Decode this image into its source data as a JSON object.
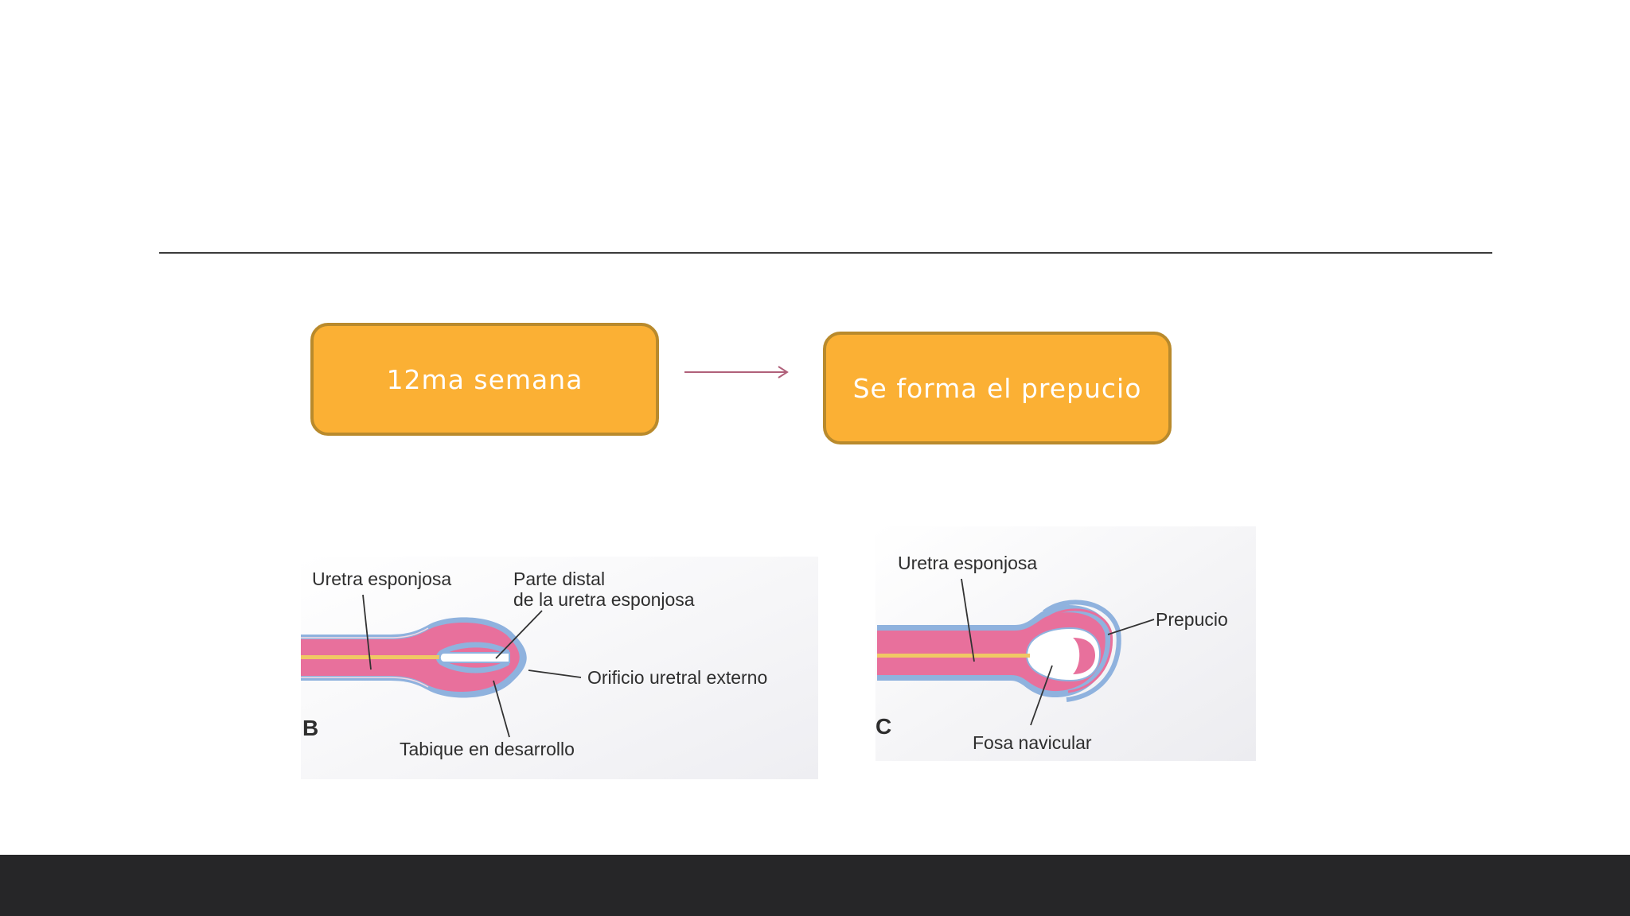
{
  "flow": {
    "step1": "12ma semana",
    "step2": "Se forma el prepucio",
    "box_color": "#fbb034",
    "border_color": "#b98a2c",
    "arrow_color": "#b0607a"
  },
  "figure_b": {
    "letter": "B",
    "labels": {
      "uretra": "Uretra esponjosa",
      "parte_distal_1": "Parte distal",
      "parte_distal_2": "de la uretra esponjosa",
      "orificio": "Orificio uretral externo",
      "tabique": "Tabique en desarrollo"
    }
  },
  "figure_c": {
    "letter": "C",
    "labels": {
      "uretra": "Uretra esponjosa",
      "prepucio": "Prepucio",
      "fosa": "Fosa navicular"
    }
  },
  "colors": {
    "tissue_pink": "#e8709c",
    "tissue_blue": "#8fb2de",
    "urethra_yellow": "#f0c864",
    "footer": "#262628",
    "rule": "#3a3a3a"
  }
}
